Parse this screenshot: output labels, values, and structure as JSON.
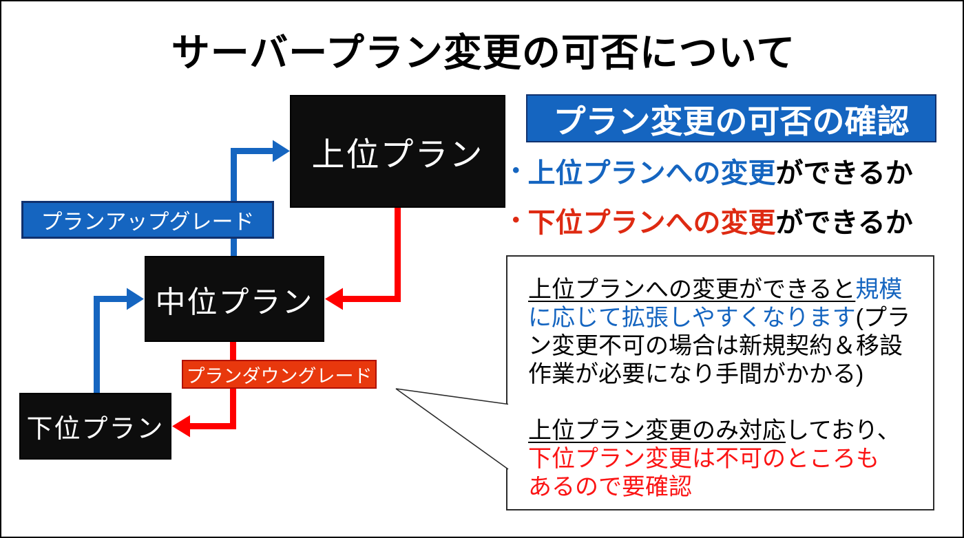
{
  "page": {
    "title": "サーバープラン変更の可否について"
  },
  "colors": {
    "blue_accent": "#1565c0",
    "blue_border": "#10316e",
    "red_arrow": "#ff0000",
    "red_label_bg": "#e8380d",
    "red_label_border": "#b01000",
    "plan_box_bg": "#0d0d0d",
    "bullet_red": "#de2a12",
    "callout_red": "#fb1414"
  },
  "diagram": {
    "plans": [
      {
        "label": "上位プラン"
      },
      {
        "label": "中位プラン"
      },
      {
        "label": "下位プラン"
      }
    ],
    "upgrade_label": "プランアップグレード",
    "downgrade_label": "プランダウングレード"
  },
  "panel": {
    "heading": "プラン変更の可否の確認",
    "bullet_glyph": "•",
    "bullets": [
      {
        "highlight": "上位プランへの変更",
        "rest": "ができるか"
      },
      {
        "highlight": "下位プランへの変更",
        "rest": "ができるか"
      }
    ]
  },
  "callout": {
    "p1_underlined": "上位プランへの変更ができると",
    "p1_blue_a": "規模",
    "p1_blue_b": "に応じて拡張しやすくなります",
    "p1_black_a": "(プラ",
    "p1_black_b": "ン変更不可の場合は新規契約＆移設",
    "p1_black_c": "作業が必要になり手間がかかる)",
    "p2_underlined": "上位プラン変更のみ対応",
    "p2_rest": "しており、",
    "p2_red_a": "下位プラン変更は不可のところも",
    "p2_red_b": "あるので要確認"
  }
}
